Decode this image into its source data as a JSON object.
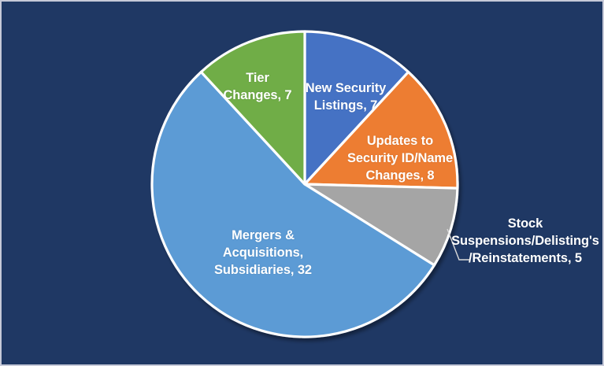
{
  "background": {
    "fill": "#1F3864",
    "border": "#C6C9D8"
  },
  "chart_data": {
    "type": "pie",
    "title": "",
    "subtitle": "",
    "xlabel": "",
    "ylabel": "",
    "total": 59,
    "start_angle_deg": 0,
    "direction": "clockwise",
    "legend_position": "none",
    "labels_show_value": true,
    "slice_border": "#FFFFFF",
    "categories": [
      "New Security Listings",
      "Updates to Security ID/Name Changes",
      "Stock Suspensions/Delisting's/Reinstatements",
      "Mergers & Acquisitions, Subsidiaries",
      "Tier Changes"
    ],
    "values": [
      7,
      8,
      5,
      32,
      7
    ],
    "colors": [
      "#4472C4",
      "#ED7D31",
      "#A5A5A5",
      "#5B9BD5",
      "#70AD47"
    ],
    "slices": [
      {
        "name": "new-security-listings",
        "label": "New Security\nListings, 7",
        "category": "New Security Listings",
        "value": 7,
        "percent": 11.9,
        "color": "#4472C4",
        "label_placement": "inside"
      },
      {
        "name": "updates-security-id-name-changes",
        "label": "Updates to\nSecurity ID/Name\nChanges, 8",
        "category": "Updates to Security ID/Name Changes",
        "value": 8,
        "percent": 13.6,
        "color": "#ED7D31",
        "label_placement": "inside"
      },
      {
        "name": "stock-suspensions-delistings-reinstatements",
        "label": "Stock\nSuspensions/Delisting's\n/Reinstatements, 5",
        "category": "Stock Suspensions/Delisting's/Reinstatements",
        "value": 5,
        "percent": 8.5,
        "color": "#A5A5A5",
        "label_placement": "outside-leader-line"
      },
      {
        "name": "mergers-acquisitions-subsidiaries",
        "label": "Mergers &\nAcquisitions,\nSubsidiaries, 32",
        "category": "Mergers & Acquisitions, Subsidiaries",
        "value": 32,
        "percent": 54.2,
        "color": "#5B9BD5",
        "label_placement": "inside"
      },
      {
        "name": "tier-changes",
        "label": "Tier\nChanges, 7",
        "category": "Tier Changes",
        "value": 7,
        "percent": 11.9,
        "color": "#70AD47",
        "label_placement": "inside"
      }
    ]
  }
}
